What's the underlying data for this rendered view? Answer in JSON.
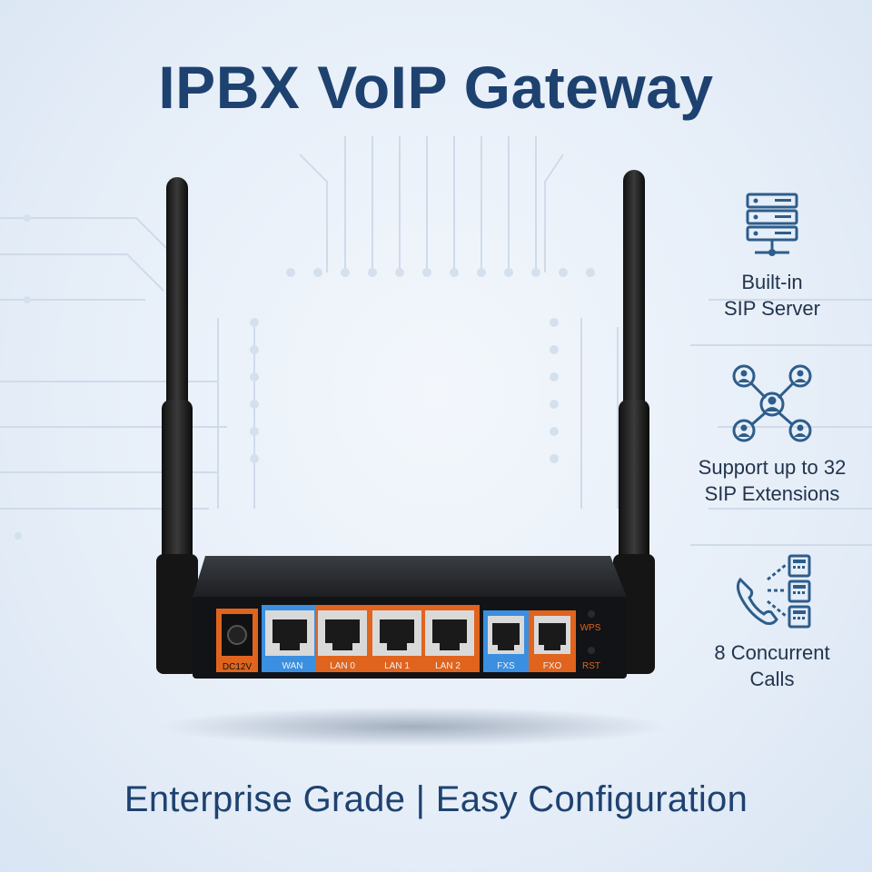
{
  "title": "IPBX VoIP Gateway",
  "tagline": "Enterprise Grade | Easy Configuration",
  "colors": {
    "brand": "#1e4270",
    "icon": "#2d5d8c",
    "port_orange": "#e0641e",
    "port_blue": "#3b8fe0"
  },
  "features": [
    {
      "icon": "server-icon",
      "line1": "Built-in",
      "line2": "SIP Server"
    },
    {
      "icon": "network-users-icon",
      "line1": "Support up to 32",
      "line2": "SIP Extensions"
    },
    {
      "icon": "phone-calls-icon",
      "line1": "8 Concurrent",
      "line2": "Calls"
    }
  ],
  "device": {
    "ports": {
      "dc": "DC12V",
      "wan": "WAN",
      "lan0": "LAN 0",
      "lan1": "LAN 1",
      "lan2": "LAN 2",
      "fxs": "FXS",
      "fxo": "FXO",
      "wps": "WPS",
      "rst": "RST"
    }
  }
}
